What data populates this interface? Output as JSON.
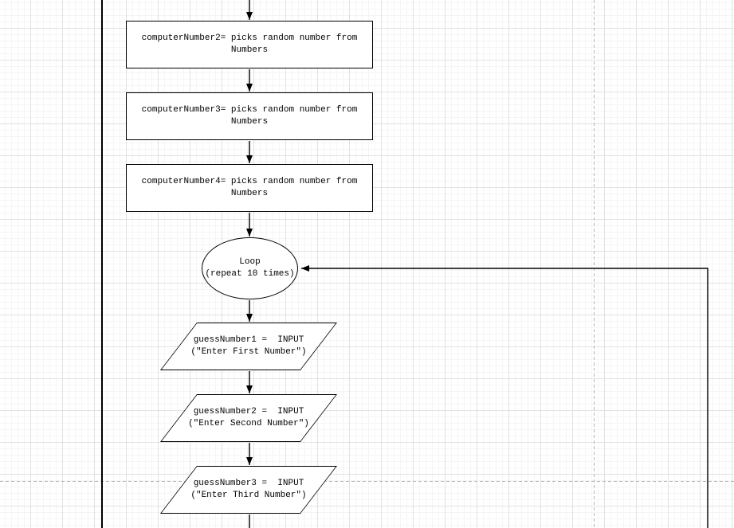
{
  "canvas": {
    "background_color": "#ffffff",
    "grid_minor_color": "#f5f5f5",
    "grid_major_color": "#e2e2e2",
    "page_guide_color": "#b5b5b5",
    "shape_fill_color": "#ffffff",
    "shape_stroke_color": "#000000"
  },
  "flowchart": {
    "process_steps": [
      {
        "line1": "computerNumber2= picks random number from",
        "line2": "Numbers"
      },
      {
        "line1": "computerNumber3= picks random number from",
        "line2": "Numbers"
      },
      {
        "line1": "computerNumber4= picks random number from",
        "line2": "Numbers"
      }
    ],
    "loop": {
      "line1": "Loop",
      "line2": "(repeat 10 times)"
    },
    "input_steps": [
      {
        "line1": "guessNumber1 =  INPUT",
        "line2": "(\"Enter First Number\")"
      },
      {
        "line1": "guessNumber2 =  INPUT",
        "line2": "(\"Enter Second Number\")"
      },
      {
        "line1": "guessNumber3 =  INPUT",
        "line2": "(\"Enter Third Number\")"
      }
    ]
  }
}
